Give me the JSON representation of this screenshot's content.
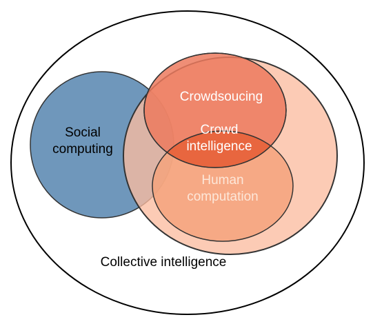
{
  "diagram": {
    "outer_label": "Collective intelligence",
    "social_computing": [
      "Social",
      "computing"
    ],
    "crowdsourcing": "Crowdsoucing",
    "crowd_intelligence": [
      "Crowd",
      "intelligence"
    ],
    "human_computation": [
      "Human",
      "computation"
    ]
  },
  "colors": {
    "outer_stroke": "#000000",
    "social_fill": "#6f97bb",
    "large_ellipse_fill": "#fbbda0",
    "crowdsourcing_fill": "#ec7a5e",
    "human_computation_fill": "#f4a37c",
    "crowd_intelligence_fill": "#e8663f",
    "white_text": "#ffffff",
    "light_text": "#fde7d9",
    "dark_text": "#000000"
  }
}
